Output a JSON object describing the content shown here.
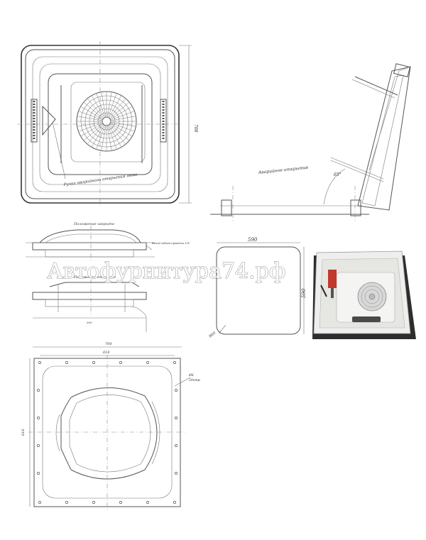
{
  "top_view": {
    "handle_label": "Ручка аварийного открытия люка",
    "height_dim": "700"
  },
  "side_view": {
    "emergency_label": "Аварийное открытие",
    "angle_label": "65°"
  },
  "closed_view": {
    "title": "Положение закрыто",
    "note": "Выход гибкой проводки 12V"
  },
  "open_view": {
    "title": "Положение открыто",
    "dim_bottom": "590"
  },
  "cutout": {
    "width": "590",
    "height": "590",
    "radius": "R60"
  },
  "frame": {
    "width_outer": "700",
    "width_inner": "616",
    "height_inner": "616",
    "hole_note": "Ø6",
    "hole_count": "20отв."
  },
  "watermark": "Автофурнитура74.рф",
  "photo": {
    "subject": "roof-hatch-photo"
  }
}
